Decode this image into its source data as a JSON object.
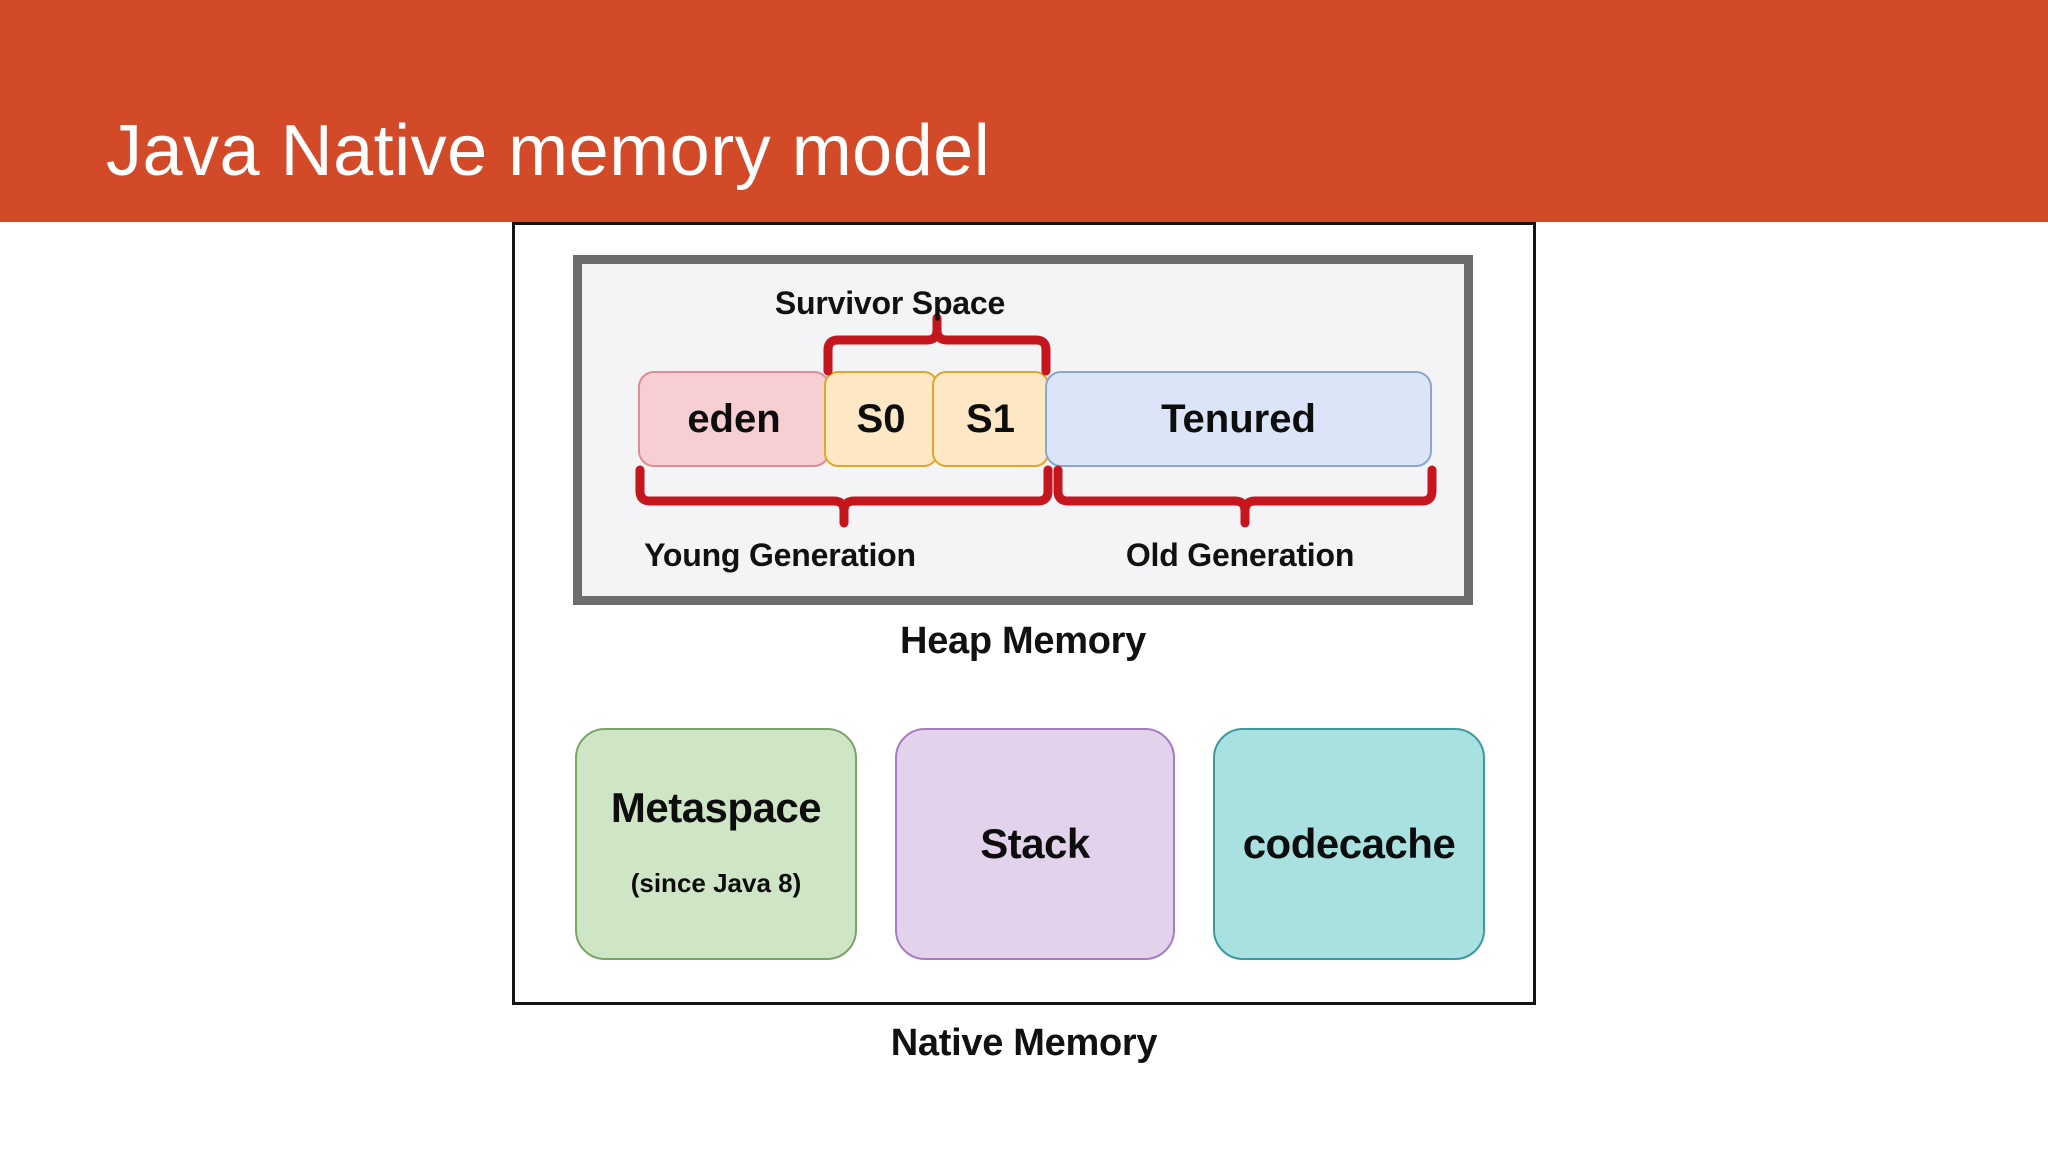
{
  "header": {
    "title": "Java Native memory model",
    "background_color": "#d34a28",
    "text_color": "#ffffff"
  },
  "diagram": {
    "outer_label": "Native Memory",
    "heap": {
      "label": "Heap Memory",
      "border_color": "#6d6d6d",
      "background_color": "#f4f3f6",
      "blocks": [
        {
          "id": "eden",
          "label": "eden",
          "fill": "#f7ced2",
          "stroke": "#d98f94"
        },
        {
          "id": "s0",
          "label": "S0",
          "fill": "#fde7c4",
          "stroke": "#dfa727"
        },
        {
          "id": "s1",
          "label": "S1",
          "fill": "#fde7c4",
          "stroke": "#dfa727"
        },
        {
          "id": "tenured",
          "label": "Tenured",
          "fill": "#dbe5f7",
          "stroke": "#8aa6cf"
        }
      ],
      "braces": [
        {
          "id": "survivor",
          "label": "Survivor Space",
          "direction": "up",
          "spans": [
            "s0",
            "s1"
          ],
          "color": "#c4161c"
        },
        {
          "id": "young",
          "label": "Young Generation",
          "direction": "down",
          "spans": [
            "eden",
            "s0",
            "s1"
          ],
          "color": "#c4161c"
        },
        {
          "id": "old",
          "label": "Old Generation",
          "direction": "down",
          "spans": [
            "tenured"
          ],
          "color": "#c4161c"
        }
      ]
    },
    "native_blocks": [
      {
        "id": "metaspace",
        "label": "Metaspace",
        "sublabel": "(since Java 8)",
        "fill": "#cfe6c6",
        "stroke": "#79a667"
      },
      {
        "id": "stack",
        "label": "Stack",
        "sublabel": "",
        "fill": "#e3d2ec",
        "stroke": "#a77cc0"
      },
      {
        "id": "codecache",
        "label": "codecache",
        "sublabel": "",
        "fill": "#a9e0e0",
        "stroke": "#3b9aa0"
      }
    ]
  }
}
